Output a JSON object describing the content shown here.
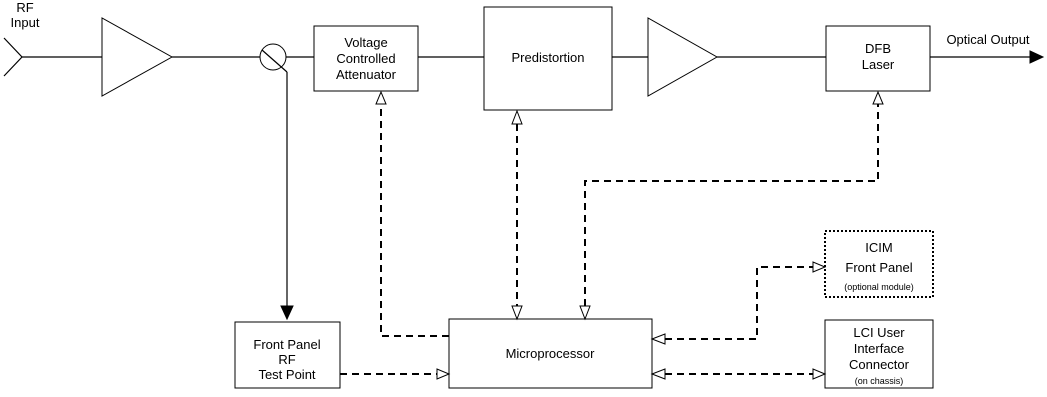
{
  "diagram": {
    "rf_input": {
      "line1": "RF",
      "line2": "Input"
    },
    "vca": {
      "line1": "Voltage",
      "line2": "Controlled",
      "line3": "Attenuator"
    },
    "predistortion": {
      "label": "Predistortion"
    },
    "dfb_laser": {
      "line1": "DFB",
      "line2": "Laser"
    },
    "optical_output": {
      "label": "Optical Output"
    },
    "icim": {
      "line1": "ICIM",
      "line2": "Front Panel",
      "note": "(optional module)"
    },
    "microprocessor": {
      "label": "Microprocessor"
    },
    "front_panel_rf": {
      "line1": "Front Panel",
      "line2": "RF",
      "line3": "Test Point"
    },
    "lci": {
      "line1": "LCI User",
      "line2": "Interface",
      "line3": "Connector",
      "note": "(on chassis)"
    }
  }
}
